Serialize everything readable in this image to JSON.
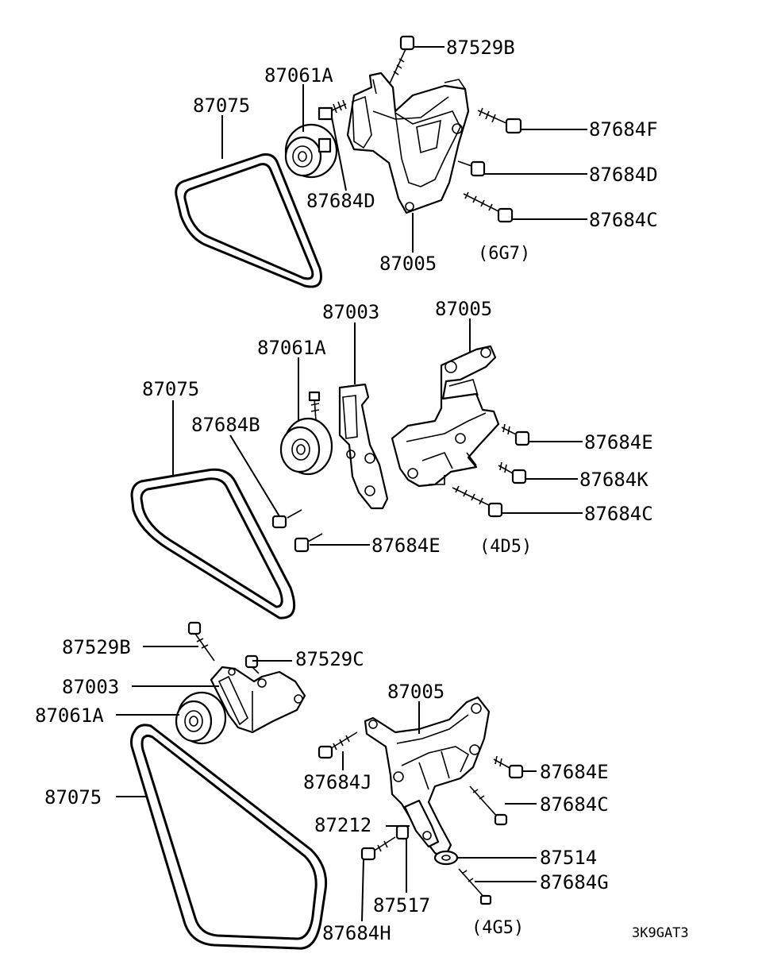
{
  "diagram_code": "3K9GAT3",
  "groups": {
    "g6g7": {
      "variant": "(6G7)",
      "labels": {
        "b529b": "87529B",
        "p061a": "87061A",
        "belt": "87075",
        "b684f": "87684F",
        "b684d_left": "87684D",
        "b684d_right": "87684D",
        "b684c": "87684C",
        "bracket": "87005"
      }
    },
    "g4d5": {
      "variant": "(4D5)",
      "labels": {
        "tensioner": "87003",
        "bracket": "87005",
        "p061a": "87061A",
        "belt": "87075",
        "b684b": "87684B",
        "b684e_right": "87684E",
        "b684k": "87684K",
        "b684c": "87684C",
        "b684e_bottom": "87684E"
      }
    },
    "g4g5": {
      "variant": "(4G5)",
      "labels": {
        "b529b": "87529B",
        "b529c": "87529C",
        "tensioner": "87003",
        "p061a": "87061A",
        "belt": "87075",
        "bracket": "87005",
        "b684j": "87684J",
        "b684e": "87684E",
        "b684c": "87684C",
        "p212": "87212",
        "p514": "87514",
        "b684g": "87684G",
        "p517": "87517",
        "b684h": "87684H"
      }
    }
  }
}
